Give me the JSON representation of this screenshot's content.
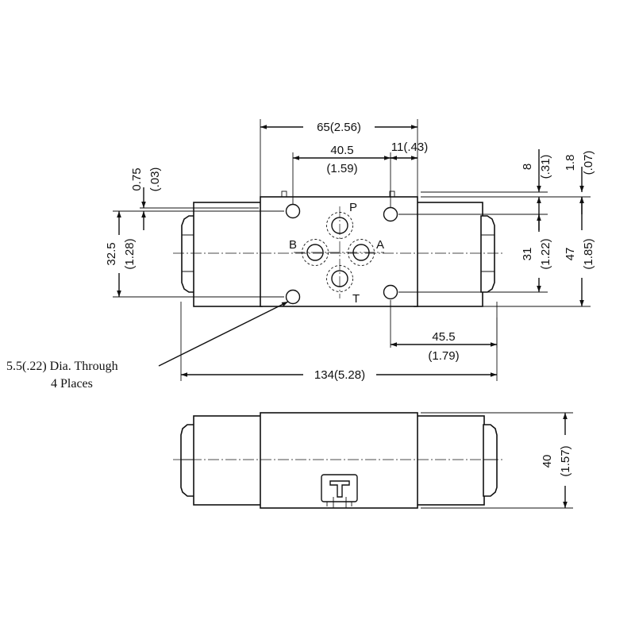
{
  "top_view": {
    "port_labels": {
      "p": "P",
      "b": "B",
      "a": "A",
      "t": "T"
    },
    "dims": {
      "d65": "65(2.56)",
      "d40_5_mm": "40.5",
      "d40_5_in": "(1.59)",
      "d11": "11(.43)",
      "d0_75_mm": "0.75",
      "d0_75_in": "(.03)",
      "d8_mm": "8",
      "d8_in": "(.31)",
      "d1_8_mm": "1.8",
      "d1_8_in": "(.07)",
      "d32_5_mm": "32.5",
      "d32_5_in": "(1.28)",
      "d31_mm": "31",
      "d31_in": "(1.22)",
      "d47_mm": "47",
      "d47_in": "(1.85)",
      "d45_5_mm": "45.5",
      "d45_5_in": "(1.79)",
      "d134": "134(5.28)"
    },
    "callout": {
      "line1": "5.5(.22) Dia. Through",
      "line2": "4 Places"
    }
  },
  "side_view": {
    "dims": {
      "d40_mm": "40",
      "d40_in": "(1.57)"
    }
  }
}
